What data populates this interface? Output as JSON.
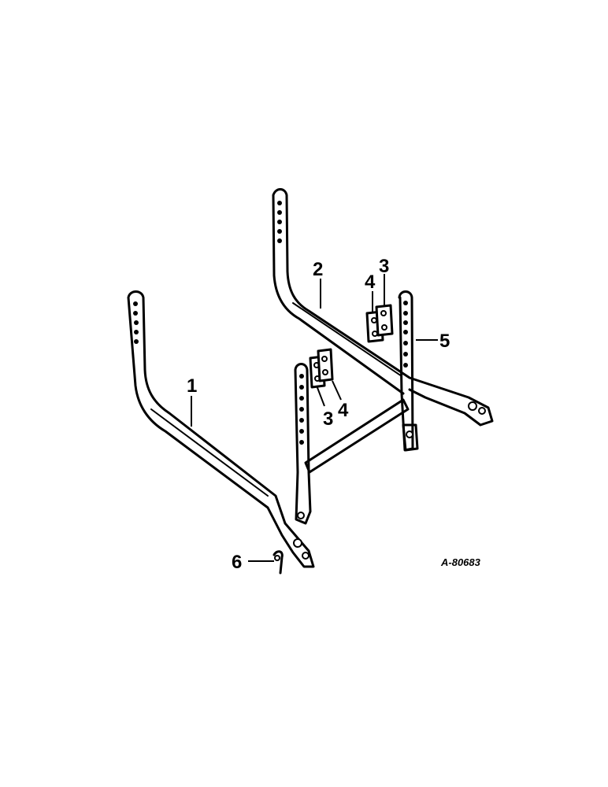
{
  "callouts": {
    "c1": "1",
    "c2": "2",
    "c3a": "3",
    "c4a": "4",
    "c5": "5",
    "c3b": "3",
    "c4b": "4",
    "c6": "6"
  },
  "reference_code": "A-80683",
  "colors": {
    "ink": "#000000",
    "paper": "#ffffff"
  }
}
